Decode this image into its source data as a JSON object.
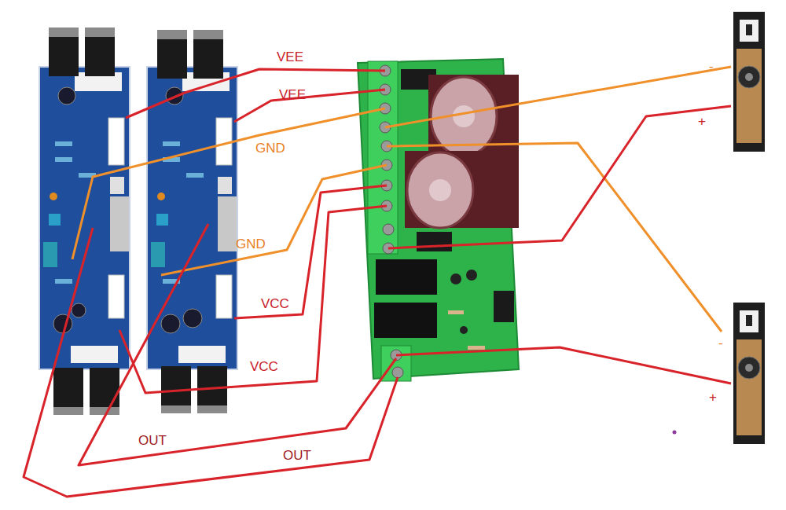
{
  "diagram": {
    "labels": [
      "VEE",
      "VEE",
      "GND",
      "GND",
      "VCC",
      "VCC",
      "OUT",
      "OUT",
      "-",
      "+",
      "-",
      "+"
    ]
  }
}
